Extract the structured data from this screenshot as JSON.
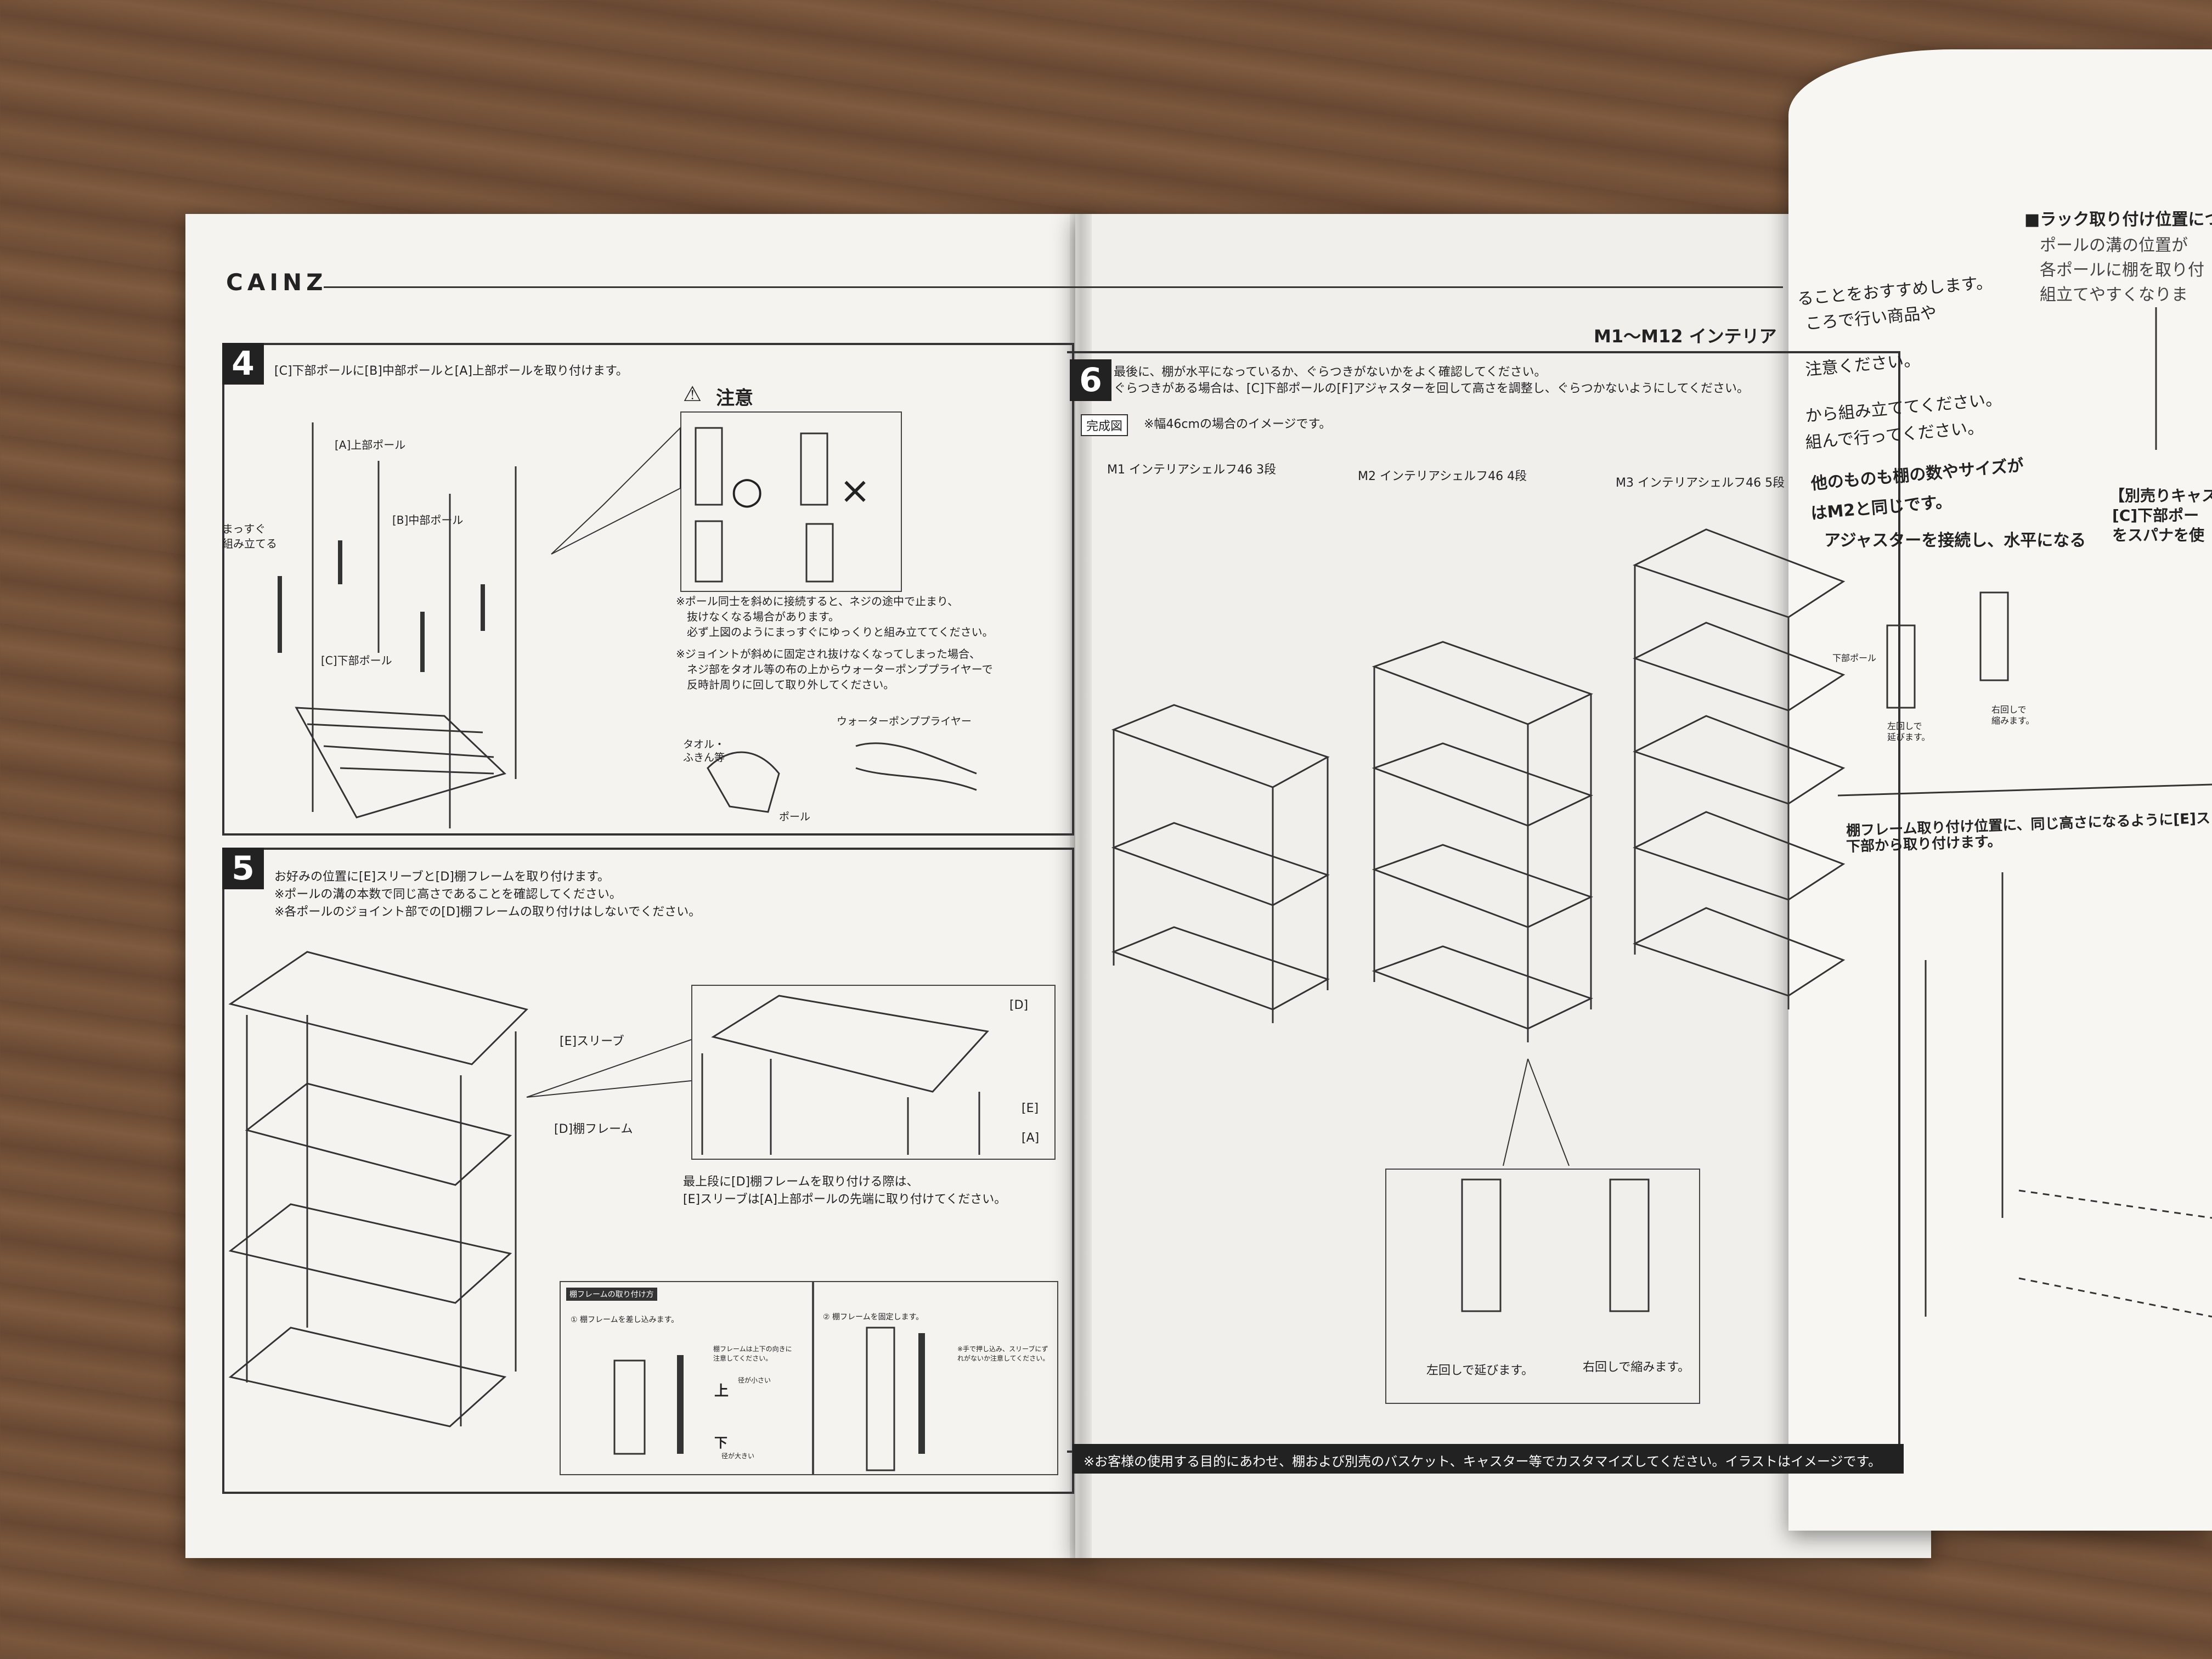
{
  "header": {
    "brand": "CAINZ",
    "model_title": "M1〜M12 インテリア"
  },
  "step4": {
    "number": "4",
    "instruction": "[C]下部ポールに[B]中部ポールと[A]上部ポールを取り付けます。",
    "labels": {
      "a": "[A]上部ポール",
      "b": "[B]中部ポール",
      "c": "[C]下部ポール",
      "straight_1": "まっすぐ",
      "straight_2": "組み立てる"
    },
    "caution_title": "注意",
    "ok_mark": "○",
    "ng_mark": "×",
    "notes": [
      "※ポール同士を斜めに接続すると、ネジの途中で止まり、",
      "　抜けなくなる場合があります。",
      "　必ず上図のようにまっすぐにゆっくりと組み立ててください。",
      "※ジョイントが斜めに固定され抜けなくなってしまった場合、",
      "　ネジ部をタオル等の布の上からウォーターポンププライヤーで",
      "　反時計周りに回して取り外してください。"
    ],
    "tool_labels": {
      "towel_1": "タオル・",
      "towel_2": "ふきん等",
      "plier": "ウォーターポンププライヤー",
      "pole": "ポール"
    }
  },
  "step5": {
    "number": "5",
    "lines": [
      "お好みの位置に[E]スリーブと[D]棚フレームを取り付けます。",
      "※ポールの溝の本数で同じ高さであることを確認してください。",
      "※各ポールのジョイント部での[D]棚フレームの取り付けはしないでください。"
    ],
    "labels": {
      "sleeve": "[E]スリーブ",
      "frame": "[D]棚フレーム",
      "d": "[D]",
      "e": "[E]",
      "a": "[A]"
    },
    "top_note": [
      "最上段に[D]棚フレームを取り付ける際は、",
      "[E]スリーブは[A]上部ポールの先端に取り付けてください。"
    ],
    "how_to_title": "棚フレームの取り付け方",
    "how_to_step1": "① 棚フレームを差し込みます。",
    "how_to_step1_note": "棚フレームは上下の向きに注意してください。",
    "how_to_up": "上",
    "how_to_up_note": "径が小さい",
    "how_to_down": "下",
    "how_to_down_note": "径が大きい",
    "how_to_step2": "② 棚フレームを固定します。",
    "how_to_step2_note": "※手で押し込み、スリーブにずれがないか注意してください。"
  },
  "step6": {
    "number": "6",
    "lines": [
      "最後に、棚が水平になっているか、ぐらつきがないかをよく確認してください。",
      "ぐらつきがある場合は、[C]下部ポールの[F]アジャスターを回して高さを調整し、ぐらつかないようにしてください。"
    ],
    "complete_tag": "完成図",
    "complete_note": "※幅46cmの場合のイメージです。",
    "models": [
      "M1 インテリアシェルフ46 3段",
      "M2 インテリアシェルフ46 4段",
      "M3 インテリアシェルフ46 5段"
    ],
    "adjust_left": "左回しで延びます。",
    "adjust_right": "右回しで縮みます。",
    "footer": "※お客様の使用する目的にあわせ、棚および別売のバスケット、キャスター等でカスタマイズしてください。イラストはイメージです。"
  },
  "third_page": {
    "head_1": "■ラック取り付け位置につ",
    "head_2": "ポールの溝の位置が",
    "head_3": "各ポールに棚を取り付",
    "head_4": "組立てやすくなりま",
    "frag_1": "ることをおすすめします。",
    "frag_2": "ころで行い商品や",
    "frag_3": "注意ください。",
    "frag_4": "から組み立ててください。",
    "frag_5": "組んで行ってください。",
    "frag_6": "他のものも棚の数やサイズが",
    "frag_7": "はM2と同じです。",
    "adjuster_title": "アジャスターを接続し、水平になる",
    "caster_1": "【別売りキャスタ",
    "caster_2": "[C]下部ポー",
    "caster_3": "をスパナを使",
    "pole_label": "下部ポール",
    "rot_left_1": "左回しで",
    "rot_left_2": "延びます。",
    "rot_right_1": "右回しで",
    "rot_right_2": "縮みます。",
    "frame_note_1": "棚フレーム取り付け位置に、同じ高さになるように[E]スリ",
    "frame_note_2": "下部から取り付けます。"
  }
}
